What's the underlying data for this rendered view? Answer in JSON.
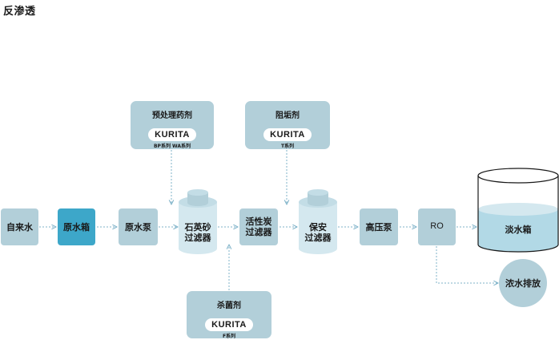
{
  "page": {
    "title": "反渗透"
  },
  "process": {
    "tap_water": "自来水",
    "raw_tank": "原水箱",
    "raw_pump": "原水泵",
    "sand_filter_l1": "石英砂",
    "sand_filter_l2": "过滤器",
    "carbon_filter_l1": "活性炭",
    "carbon_filter_l2": "过滤器",
    "security_filter_l1": "保安",
    "security_filter_l2": "过滤器",
    "hp_pump": "高压泵",
    "ro": "RO",
    "fresh_tank": "淡水箱",
    "concentrate": "浓水排放"
  },
  "chemicals": {
    "pretreat": {
      "name": "预处理药剂",
      "brand": "KURITA",
      "series": "BP系列  WA系列"
    },
    "antiscalant": {
      "name": "阻垢剂",
      "brand": "KURITA",
      "series": "T系列"
    },
    "biocide": {
      "name": "杀菌剂",
      "brand": "KURITA",
      "series": "F系列"
    }
  },
  "colors": {
    "box": "#b2cfd9",
    "highlight": "#3da7c9",
    "vessel_body": "#d4e8ef",
    "vessel_top": "#b2cfd9",
    "water": "#b2d9e6",
    "arrow": "#7fb3c9"
  }
}
